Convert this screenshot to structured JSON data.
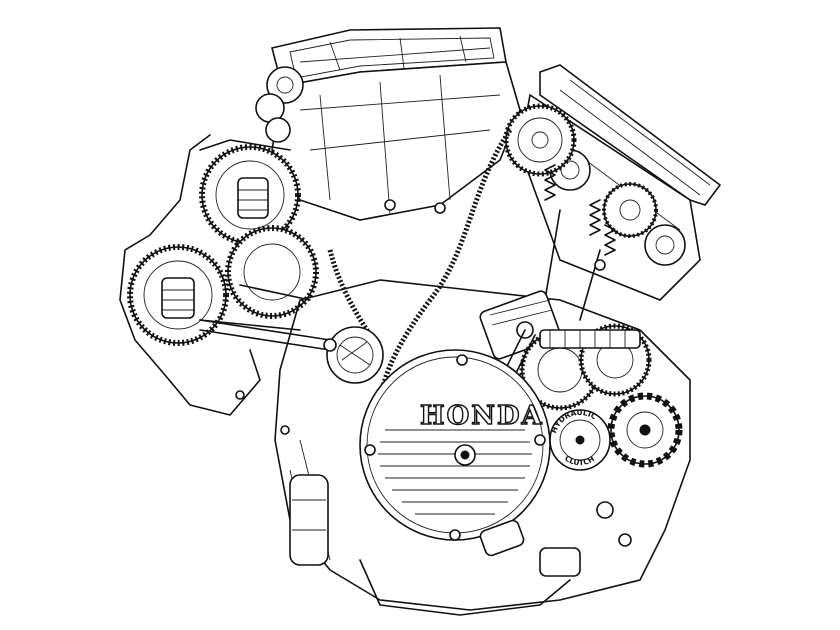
{
  "image": {
    "subject": "engine cutaway line drawing",
    "line_color": "#111111",
    "background": "#ffffff"
  },
  "labels": {
    "brand": "HONDA",
    "clutch_top": "HYDRAULIC",
    "clutch_bottom": "CLUTCH"
  }
}
